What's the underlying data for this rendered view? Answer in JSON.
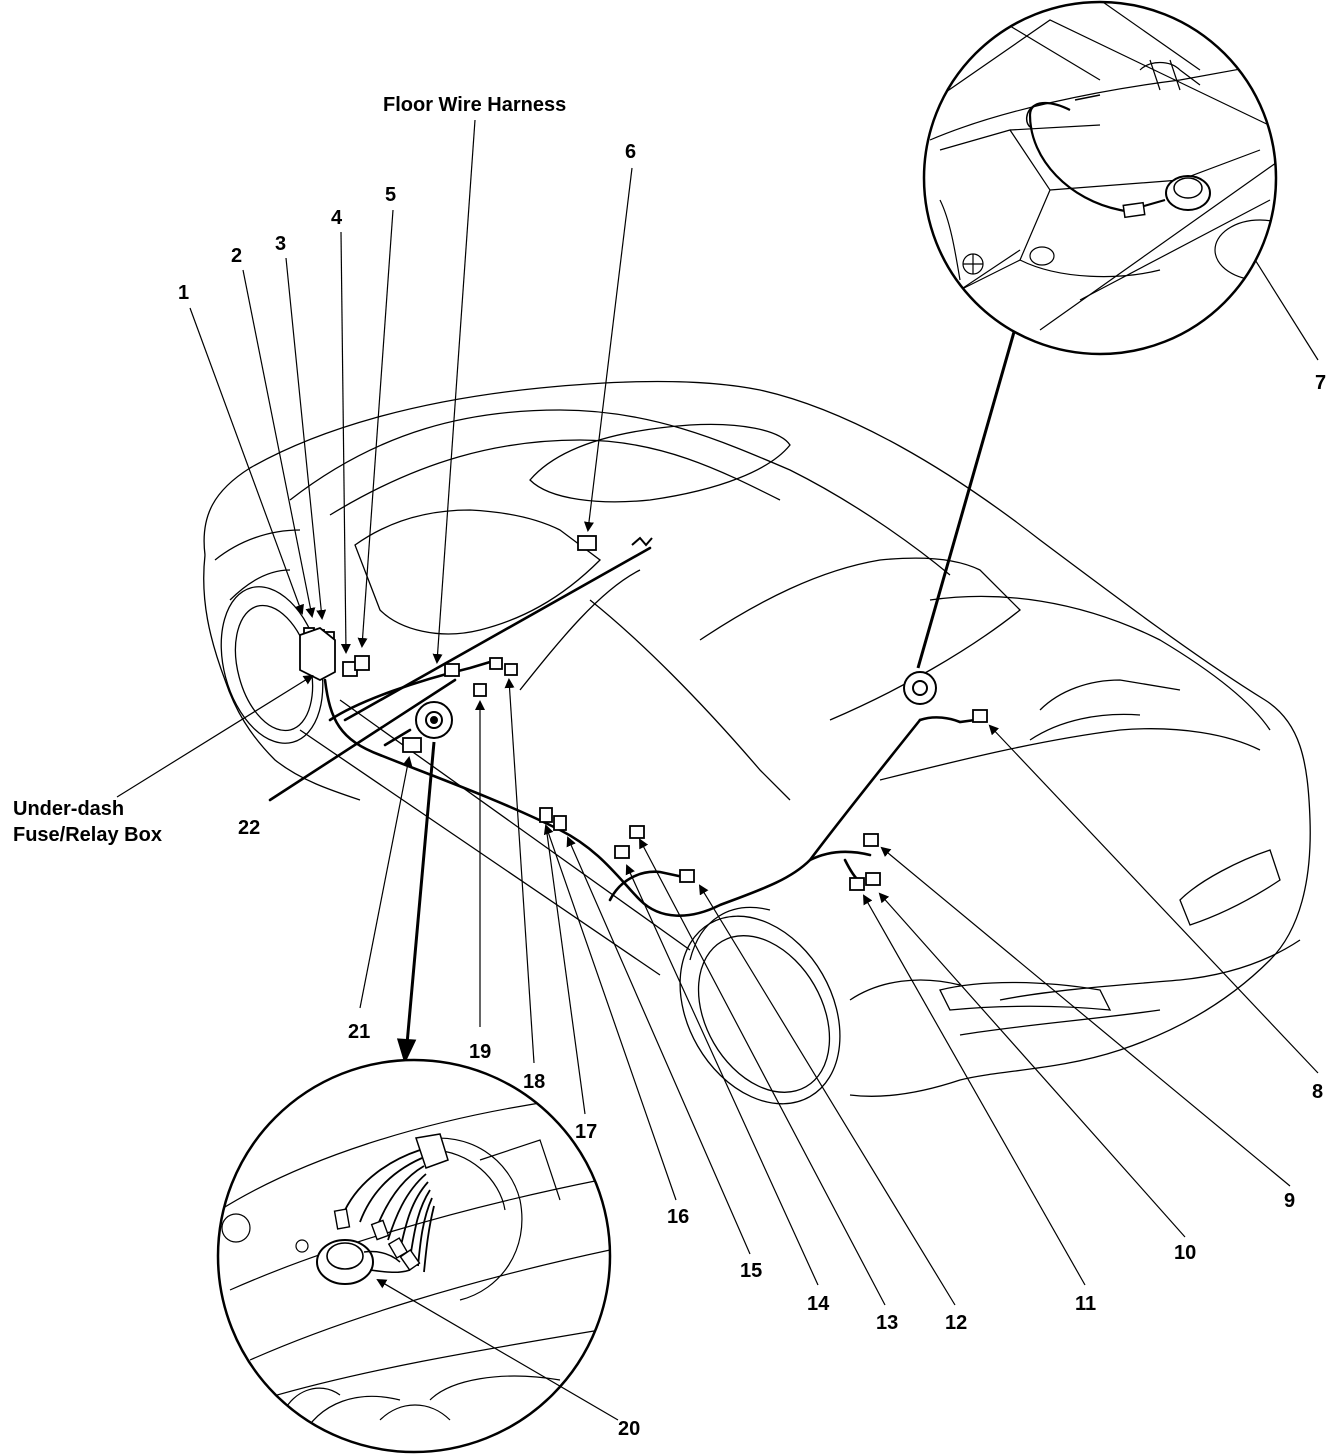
{
  "labels": {
    "floor_wire_harness": "Floor Wire Harness",
    "under_dash_line1": "Under-dash",
    "under_dash_line2": "Fuse/Relay Box",
    "n1": "1",
    "n2": "2",
    "n3": "3",
    "n4": "4",
    "n5": "5",
    "n6": "6",
    "n7": "7",
    "n8": "8",
    "n9": "9",
    "n10": "10",
    "n11": "11",
    "n12": "12",
    "n13": "13",
    "n14": "14",
    "n15": "15",
    "n16": "16",
    "n17": "17",
    "n18": "18",
    "n19": "19",
    "n20": "20",
    "n21": "21",
    "n22": "22"
  },
  "colors": {
    "ink": "#000000",
    "background": "#ffffff"
  },
  "insets": [
    {
      "name": "ground-point-7-detail"
    },
    {
      "name": "ground-point-20-detail"
    }
  ]
}
